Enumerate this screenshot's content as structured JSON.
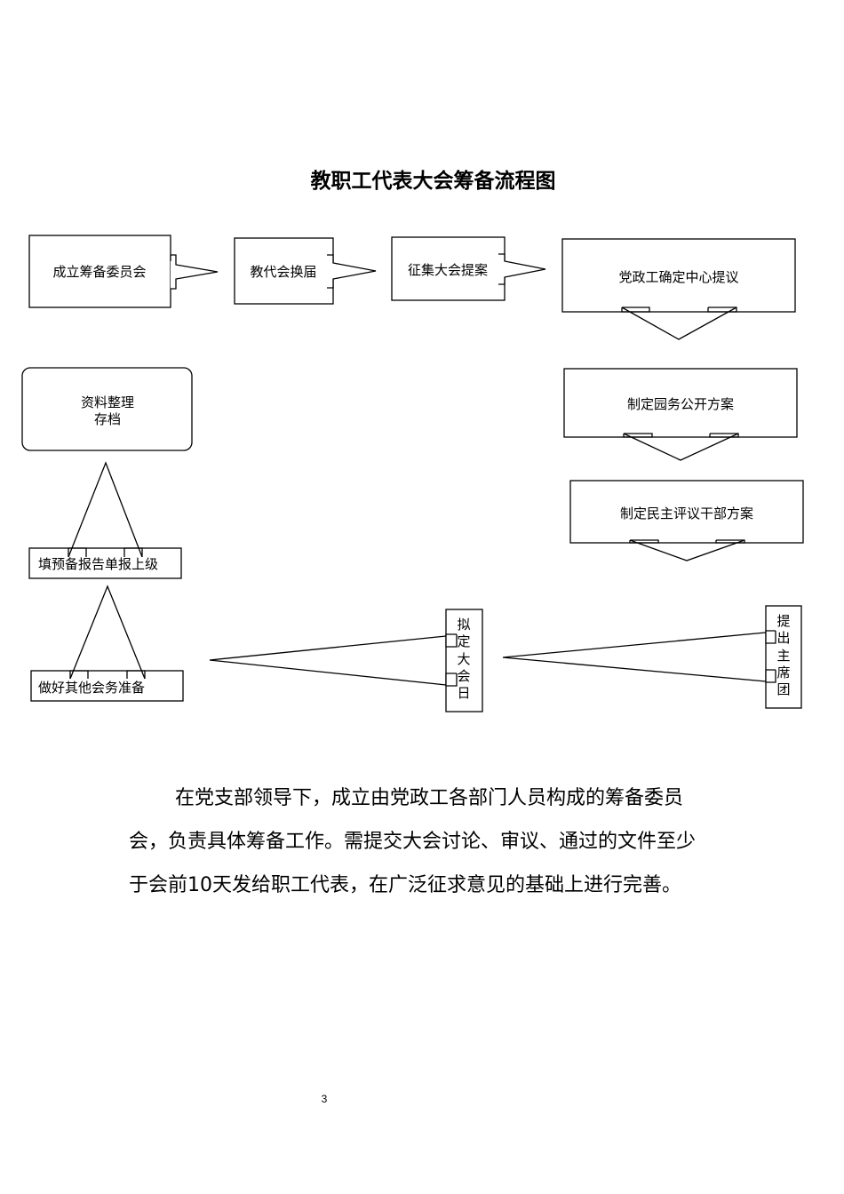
{
  "title": "教职工代表大会筹备流程图",
  "steps": {
    "s1": "成立筹备委员会",
    "s2": "教代会换届",
    "s3": "征集大会提案",
    "s4": "党政工确定中心提议",
    "s5": "制定园务公开方案",
    "s6": "制定民主评议干部方案",
    "s7": [
      "提",
      "出",
      "主",
      "席",
      "团"
    ],
    "s8": [
      "拟",
      "定",
      "大",
      "会",
      "日"
    ],
    "s9": "做好其他会务准备",
    "s10": "填预备报告单报上级",
    "s11": [
      "资料整理",
      "存档"
    ]
  },
  "paragraph": "在党支部领导下，成立由党政工各部门人员构成的筹备委员会，负责具体筹备工作。需提交大会讨论、审议、通过的文件至少于会前10天发给职工代表，在广泛征求意见的基础上进行完善。",
  "page_number": "3"
}
